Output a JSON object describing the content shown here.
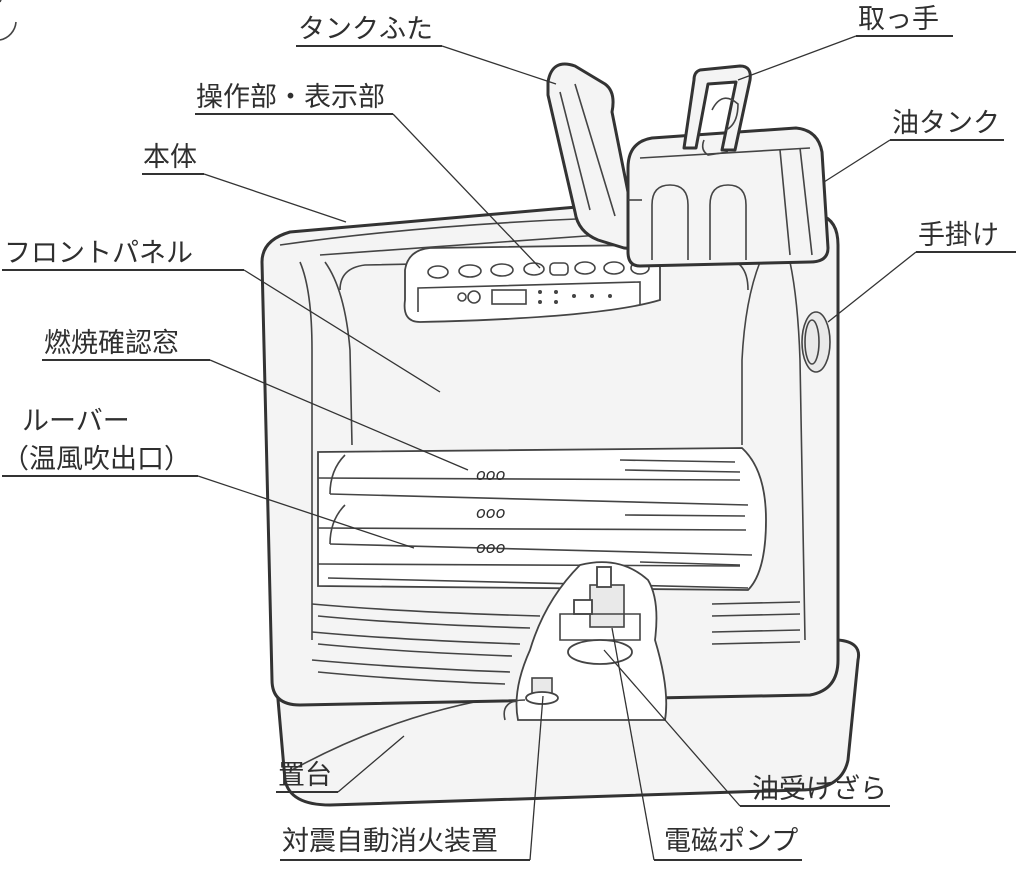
{
  "labels": {
    "tank_lid": "タンクふた",
    "handle": "取っ手",
    "control_panel": "操作部・表示部",
    "oil_tank": "油タンク",
    "main_body": "本体",
    "hand_grip": "手掛け",
    "front_panel": "フロントパネル",
    "combustion_window": "燃焼確認窓",
    "louver_line1": "ルーバー",
    "louver_line2": "（温風吹出口）",
    "base": "置台",
    "oil_tray": "油受けざら",
    "seismic_extinguisher": "対震自動消火装置",
    "solenoid_pump": "電磁ポンプ"
  },
  "window_marks": [
    "ooo",
    "ooo",
    "ooo"
  ]
}
